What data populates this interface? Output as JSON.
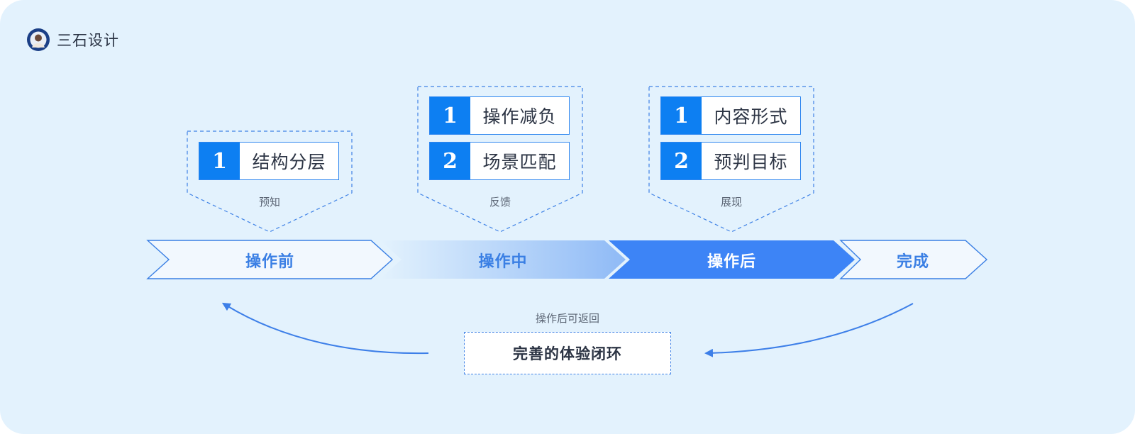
{
  "brand": {
    "logo_icon": "circular-avatar-logo-icon",
    "name": "三石设计"
  },
  "colors": {
    "background": "#e3f2fd",
    "accent": "#0d7ff2",
    "stage_active": "#3d84f6",
    "outline": "#3f82e6",
    "text_dark": "#2c3444"
  },
  "groups": [
    {
      "caption": "预知",
      "items": [
        {
          "num": "1",
          "label": "结构分层"
        }
      ]
    },
    {
      "caption": "反馈",
      "items": [
        {
          "num": "1",
          "label": "操作减负"
        },
        {
          "num": "2",
          "label": "场景匹配"
        }
      ]
    },
    {
      "caption": "展现",
      "items": [
        {
          "num": "1",
          "label": "内容形式"
        },
        {
          "num": "2",
          "label": "预判目标"
        }
      ]
    }
  ],
  "stages": [
    {
      "label": "操作前"
    },
    {
      "label": "操作中"
    },
    {
      "label": "操作后"
    },
    {
      "label": "完成"
    }
  ],
  "loop": {
    "note": "操作后可返回",
    "label": "完善的体验闭环"
  }
}
